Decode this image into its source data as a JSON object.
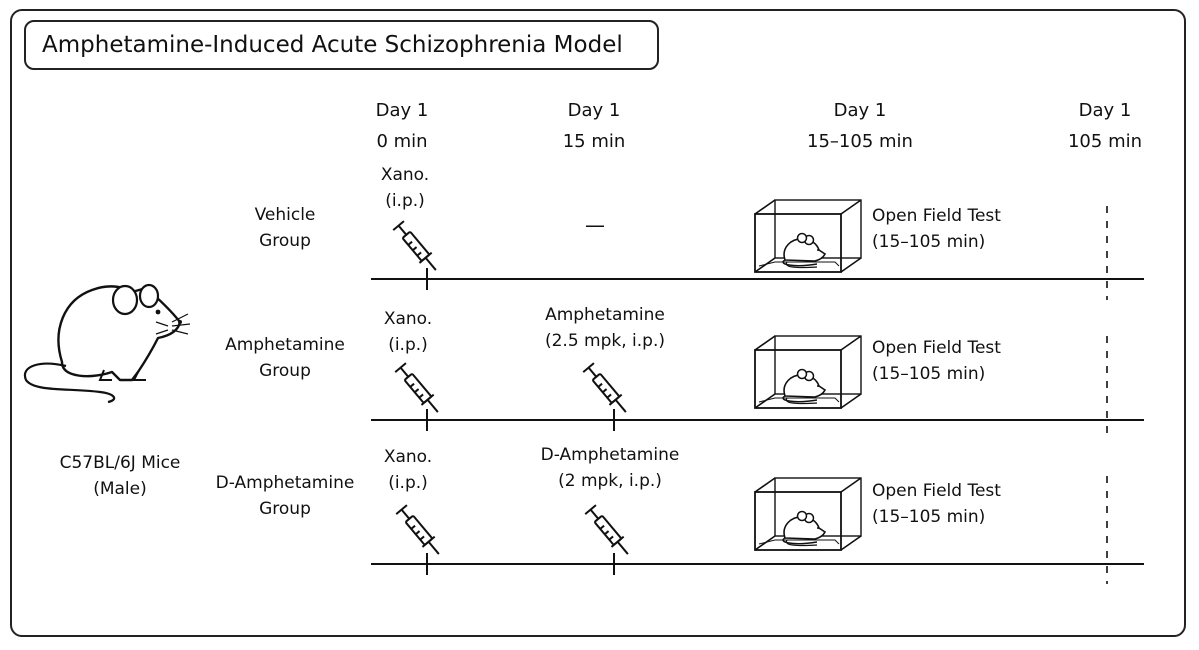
{
  "title": "Amphetamine-Induced Acute Schizophrenia Model",
  "subject": {
    "line1": "C57BL/6J Mice",
    "line2": "(Male)"
  },
  "timepoints": [
    {
      "day": "Day 1",
      "time": "0 min"
    },
    {
      "day": "Day 1",
      "time": "15 min"
    },
    {
      "day": "Day 1",
      "time": "15–105 min"
    },
    {
      "day": "Day 1",
      "time": "105 min"
    }
  ],
  "groups": [
    {
      "name_line1": "Vehicle",
      "name_line2": "Group",
      "t0_line1": "Xano.",
      "t0_line2": "(i.p.)",
      "t15_line1": "—",
      "t15_line2": "",
      "test_line1": "Open Field Test",
      "test_line2": "(15–105 min)"
    },
    {
      "name_line1": "Amphetamine",
      "name_line2": "Group",
      "t0_line1": "Xano.",
      "t0_line2": "(i.p.)",
      "t15_line1": "Amphetamine",
      "t15_line2": "(2.5 mpk, i.p.)",
      "test_line1": "Open Field Test",
      "test_line2": "(15–105 min)"
    },
    {
      "name_line1": "D-Amphetamine",
      "name_line2": "Group",
      "t0_line1": "Xano.",
      "t0_line2": "(i.p.)",
      "t15_line1": "D-Amphetamine",
      "t15_line2": "(2 mpk, i.p.)",
      "test_line1": "Open Field Test",
      "test_line2": "(15–105 min)"
    }
  ],
  "icons": [
    "mouse-icon",
    "syringe-icon",
    "open-field-box-icon"
  ]
}
